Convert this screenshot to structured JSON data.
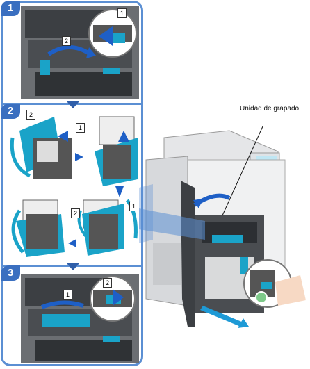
{
  "steps": [
    {
      "number": "1",
      "callouts": [
        "1",
        "2"
      ]
    },
    {
      "number": "2",
      "callouts": [
        "2",
        "1",
        "2",
        "1"
      ]
    },
    {
      "number": "3",
      "callouts": [
        "1",
        "2"
      ]
    }
  ],
  "machine_label": "Unidad de grapado",
  "colors": {
    "frame": "#5b8fd3",
    "badge": "#3a6fc0",
    "accent": "#1aa3c8",
    "arrow": "#2f5ea9"
  }
}
